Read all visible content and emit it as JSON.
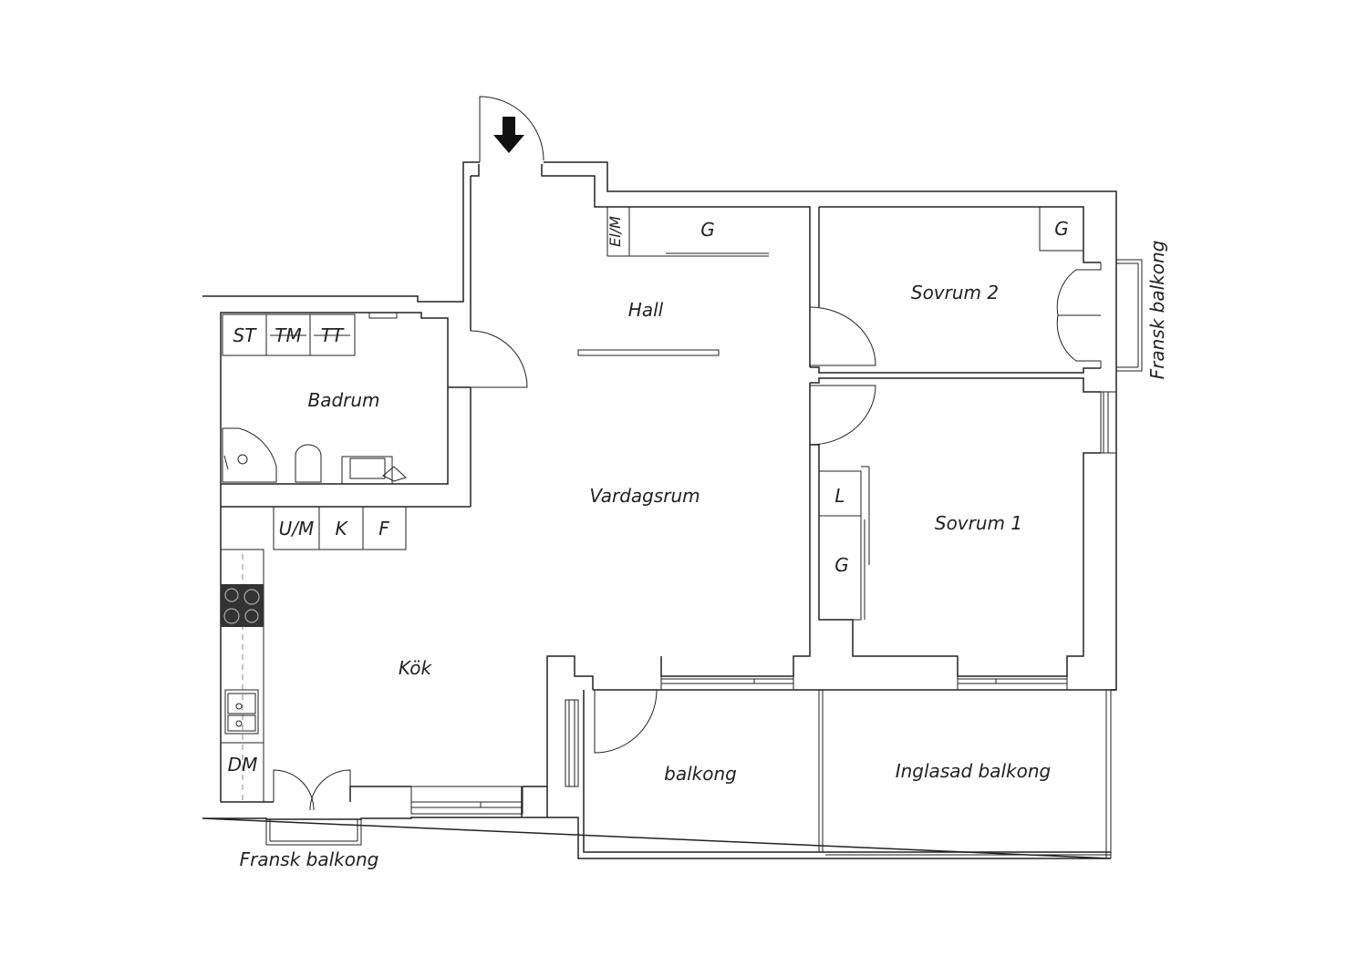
{
  "rooms": {
    "hall": "Hall",
    "vardagsrum": "Vardagsrum",
    "kok": "Kök",
    "badrum": "Badrum",
    "sovrum1": "Sovrum 1",
    "sovrum2": "Sovrum 2",
    "balkong": "balkong",
    "inglasad_balkong": "Inglasad balkong",
    "fransk_balkong_bottom": "Fransk balkong",
    "fransk_balkong_right": "Fransk balkong"
  },
  "fixtures": {
    "st": "ST",
    "tm": "TM",
    "tt": "TT",
    "um": "U/M",
    "k": "K",
    "f": "F",
    "dm": "DM",
    "l": "L",
    "g_hall": "G",
    "g_sovrum2": "G",
    "g_sovrum1": "G",
    "elm": "El/M"
  },
  "icons": {
    "entrance": "entrance-arrow-icon"
  }
}
